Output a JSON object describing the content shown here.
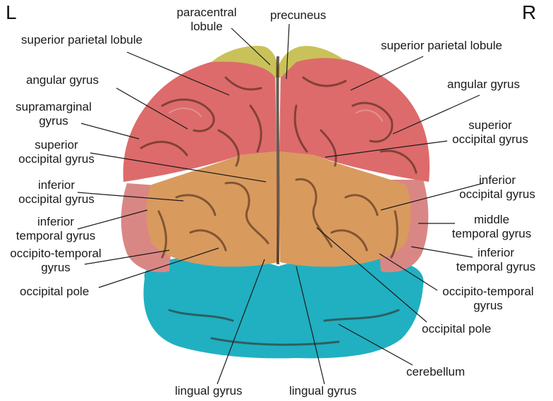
{
  "sides": {
    "left": "L",
    "right": "R"
  },
  "colors": {
    "parietal": "#dd6b6b",
    "occipital": "#d99a5e",
    "temporal": "#d98784",
    "paracentral": "#c9c25a",
    "cerebellum": "#20b0c2"
  },
  "labels": {
    "paracentral_lobule": [
      "paracentral",
      "lobule"
    ],
    "precuneus": "precuneus",
    "sup_parietal_left": "superior parietal lobule",
    "sup_parietal_right": "superior parietal lobule",
    "angular_left": "angular gyrus",
    "angular_right": "angular gyrus",
    "supramarginal_left": [
      "supramarginal",
      "gyrus"
    ],
    "sup_occipital_left": [
      "superior",
      "occipital gyrus"
    ],
    "sup_occipital_right": [
      "superior",
      "occipital gyrus"
    ],
    "inf_occipital_left": [
      "inferior",
      "occipital gyrus"
    ],
    "inf_occipital_right": [
      "inferior",
      "occipital gyrus"
    ],
    "inf_temporal_left": [
      "inferior",
      "temporal gyrus"
    ],
    "middle_temporal_right": [
      "middle",
      "temporal gyrus"
    ],
    "inf_temporal_right": [
      "inferior",
      "temporal gyrus"
    ],
    "occipito_temporal_left": [
      "occipito-temporal",
      "gyrus"
    ],
    "occipito_temporal_right": [
      "occipito-temporal",
      "gyrus"
    ],
    "occipital_pole_left": "occipital pole",
    "occipital_pole_right": "occipital pole",
    "cerebellum": "cerebellum",
    "lingual_left": "lingual gyrus",
    "lingual_right": "lingual gyrus"
  }
}
